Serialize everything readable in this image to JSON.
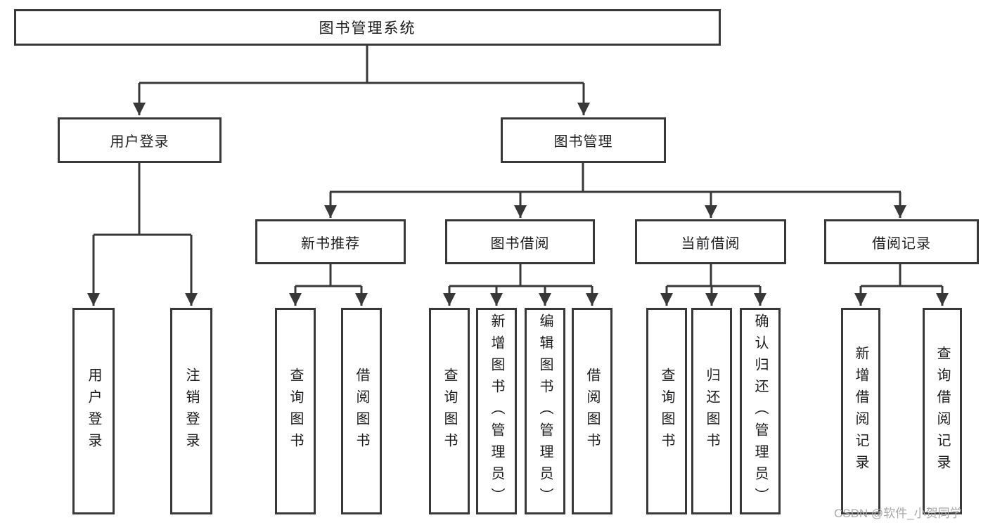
{
  "diagram": {
    "root": {
      "label": "图书管理系统"
    },
    "user_login": {
      "label": "用户登录",
      "children": [
        {
          "label": "用户登录"
        },
        {
          "label": "注销登录"
        }
      ]
    },
    "book_management": {
      "label": "图书管理",
      "sections": [
        {
          "label": "新书推荐",
          "children": [
            {
              "label": "查询图书"
            },
            {
              "label": "借阅图书"
            }
          ]
        },
        {
          "label": "图书借阅",
          "children": [
            {
              "label": "查询图书"
            },
            {
              "label": "新增图书（管理员）"
            },
            {
              "label": "编辑图书（管理员）"
            },
            {
              "label": "借阅图书"
            }
          ]
        },
        {
          "label": "当前借阅",
          "children": [
            {
              "label": "查询图书"
            },
            {
              "label": "归还图书"
            },
            {
              "label": "确认归还（管理员）"
            }
          ]
        },
        {
          "label": "借阅记录",
          "children": [
            {
              "label": "新增借阅记录"
            },
            {
              "label": "查询借阅记录"
            }
          ]
        }
      ]
    }
  },
  "watermark": {
    "text": "CSDN @软件_小贺同学"
  },
  "colors": {
    "line": "#383838",
    "text": "#1d1d1f",
    "watermark": "#a8a8a8",
    "bg": "#ffffff"
  }
}
